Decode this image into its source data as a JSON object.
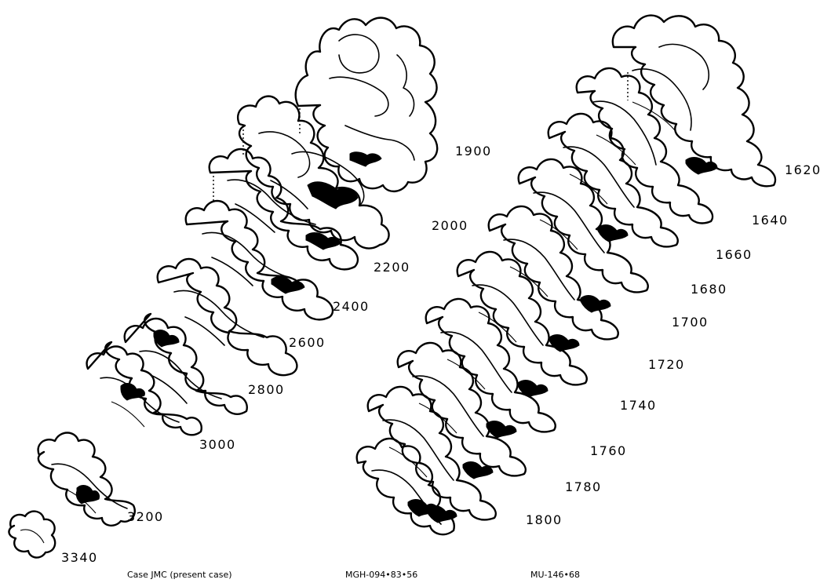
{
  "left_series": {
    "labels": [
      "1900",
      "2000",
      "2200",
      "2400",
      "2600",
      "2800",
      "3000",
      "3200",
      "3340"
    ]
  },
  "right_series": {
    "labels": [
      "1620",
      "1640",
      "1660",
      "1680",
      "1700",
      "1720",
      "1740",
      "1760",
      "1780",
      "1800"
    ]
  },
  "captions": {
    "case_jmc": "Case JMC (present case)",
    "mgh": "MGH-094•83•56",
    "mu": "MU-146•68"
  },
  "colors": {
    "ink": "#000000",
    "paper": "#ffffff"
  }
}
